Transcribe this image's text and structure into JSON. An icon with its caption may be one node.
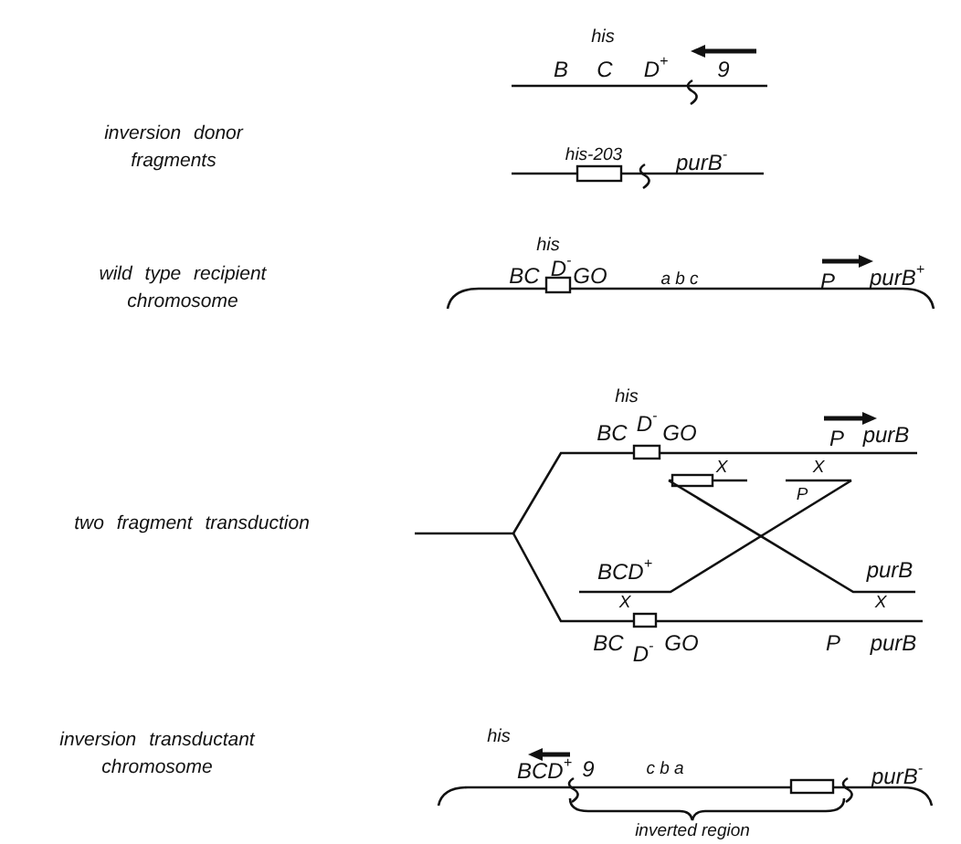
{
  "diagram": {
    "labels": [
      "his",
      "B",
      "C",
      "D$^{+}$",
      "9",
      "inversion donor fragments",
      "his-203",
      "purB$^{-}$",
      "his",
      "BC",
      "D$^{-}$",
      "GO",
      "a b c",
      "P",
      "purB$^{+}$",
      "wild type recipient chromosome",
      "his",
      "BC",
      "D$^{-}$",
      "GO",
      "P",
      "purB",
      "X",
      "X",
      "P",
      "two fragment transduction",
      "BCD$^{+}$",
      "purB",
      "X",
      "X",
      "BC",
      "D$^{-}$",
      "GO",
      "P",
      "purB",
      "his",
      "BCD$^{+}$",
      "9",
      "c b a",
      "purB$^{-}$",
      "inversion transductant chromosome",
      "inverted region"
    ]
  }
}
